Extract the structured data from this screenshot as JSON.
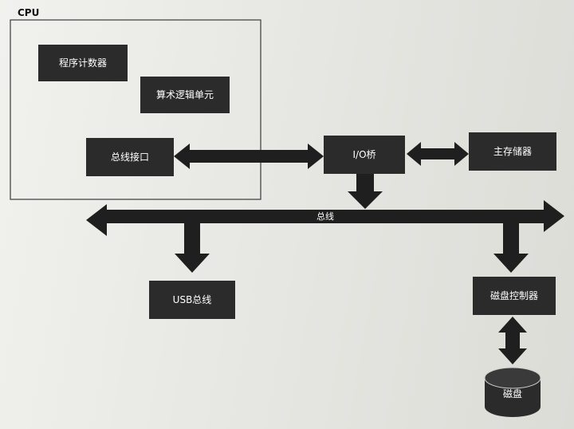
{
  "cpu": {
    "label": "CPU"
  },
  "components": {
    "program_counter": "程序计数器",
    "alu": "算术逻辑单元",
    "bus_interface": "总线接口",
    "io_bridge": "I/O桥",
    "main_memory": "主存储器",
    "usb_bus": "USB总线",
    "disk_controller": "磁盘控制器",
    "disk": "磁盘"
  },
  "system_bus": {
    "label": "总线"
  },
  "colors": {
    "box": "#2b2b2b",
    "arrow": "#1f1f1f",
    "cpu_border": "#3a3a3a",
    "background": "#e9e9e6"
  }
}
